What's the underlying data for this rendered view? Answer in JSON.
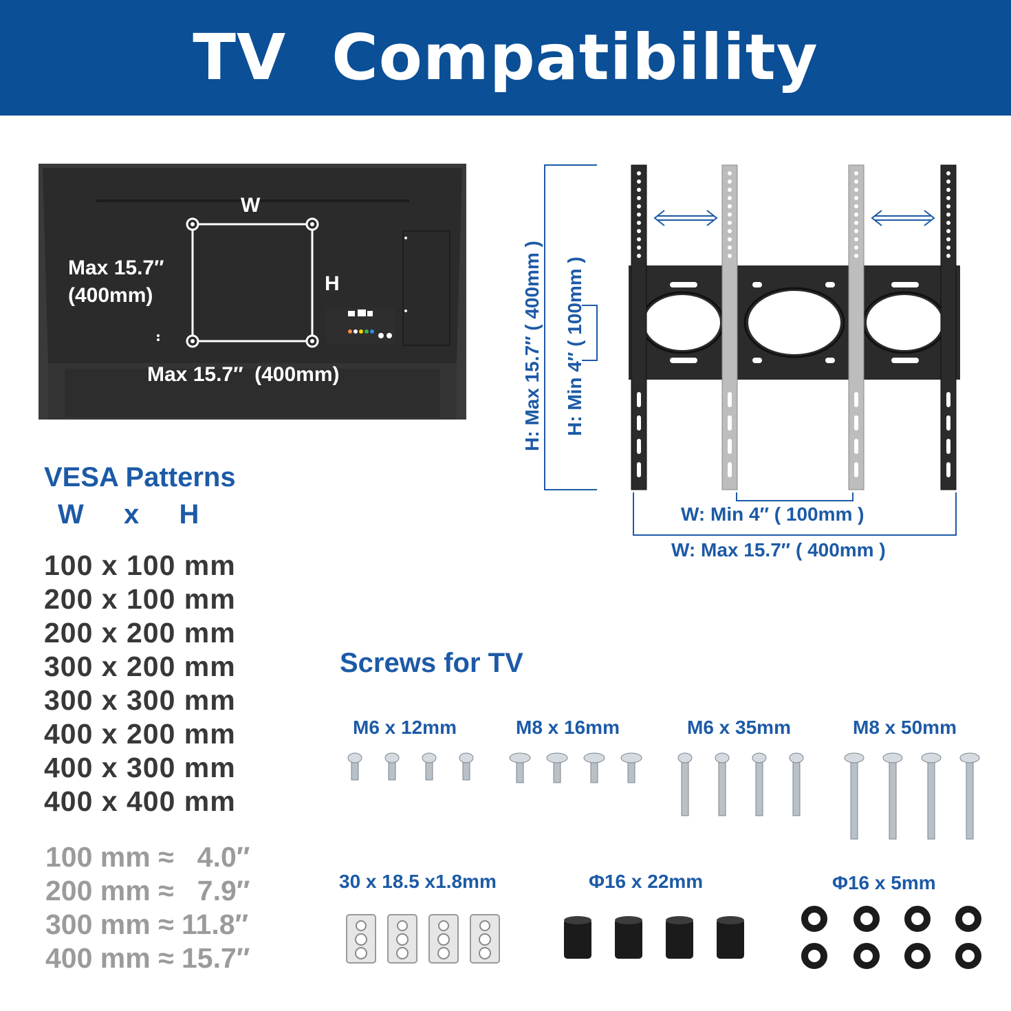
{
  "title": "TV  Compatibility",
  "tv_diagram": {
    "w_label": "W",
    "h_label": "H",
    "left_dim": "Max 15.7″\n(400mm)",
    "bottom_dim": "Max 15.7″  (400mm)"
  },
  "bracket_diagram": {
    "h_max_label": "H:  Max  15.7″  ( 400mm )",
    "h_min_label": "H:  Min  4″  ( 100mm )",
    "w_min_label": "W:  Min  4″  ( 100mm )",
    "w_max_label": "W:  Max  15.7″  ( 400mm )"
  },
  "vesa": {
    "heading": "VESA Patterns",
    "subheading": "W  x  H",
    "patterns": [
      "100 x 100 mm",
      "200 x 100 mm",
      "200 x 200 mm",
      "300 x 200 mm",
      "300 x 300 mm",
      "400 x 200 mm",
      "400 x 300 mm",
      "400 x 400 mm"
    ],
    "conversions": [
      "100 mm ≈   4.0″",
      "200 mm ≈   7.9″",
      "300 mm ≈ 11.8″",
      "400 mm ≈ 15.7″"
    ]
  },
  "screws": {
    "heading": "Screws for TV",
    "bolts": [
      "M6 x 12mm",
      "M8 x 16mm",
      "M6 x 35mm",
      "M8 x 50mm"
    ],
    "accessories": [
      "30 x 18.5 x1.8mm",
      "Φ16 x 22mm",
      "Φ16 x 5mm"
    ]
  },
  "colors": {
    "header_bg": "#0b4f96",
    "accent_blue": "#1c5aa6",
    "dark_text": "#383838",
    "grey_text": "#9b9b9b"
  }
}
